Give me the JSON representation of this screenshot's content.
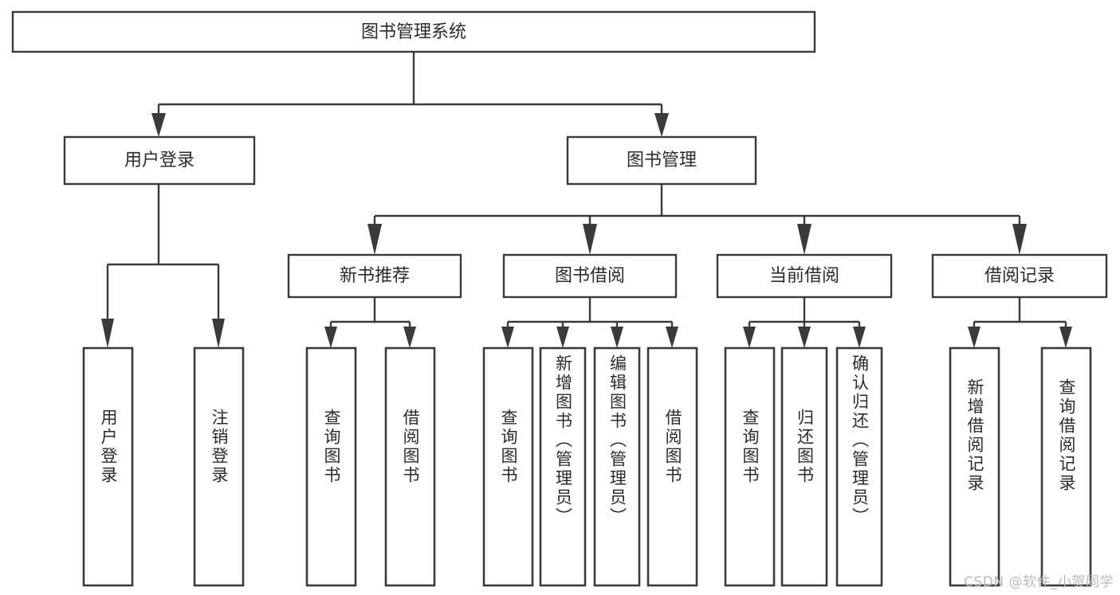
{
  "diagram": {
    "type": "tree-hierarchy",
    "title": "图书管理系统",
    "watermark": "CSDN @软件_小贺同学",
    "colors": {
      "background": "#ffffff",
      "stroke": "#3a3a3a",
      "text": "#2b2b2b",
      "watermark": "#b9b9b9"
    },
    "levels": [
      {
        "level": 1,
        "nodes": [
          {
            "id": "root",
            "label": "图书管理系统",
            "orientation": "horizontal"
          }
        ]
      },
      {
        "level": 2,
        "nodes": [
          {
            "id": "user-login",
            "label": "用户登录",
            "orientation": "horizontal",
            "parent": "root"
          },
          {
            "id": "book-manage",
            "label": "图书管理",
            "orientation": "horizontal",
            "parent": "root"
          }
        ]
      },
      {
        "level": 3,
        "nodes": [
          {
            "id": "new-book-rec",
            "label": "新书推荐",
            "orientation": "horizontal",
            "parent": "book-manage"
          },
          {
            "id": "book-borrow",
            "label": "图书借阅",
            "orientation": "horizontal",
            "parent": "book-manage"
          },
          {
            "id": "current-borrow",
            "label": "当前借阅",
            "orientation": "horizontal",
            "parent": "book-manage"
          },
          {
            "id": "borrow-record",
            "label": "借阅记录",
            "orientation": "horizontal",
            "parent": "book-manage"
          }
        ]
      },
      {
        "level": 4,
        "nodes": [
          {
            "id": "leaf-user-login",
            "label": "用户登录",
            "orientation": "vertical",
            "parent": "user-login"
          },
          {
            "id": "leaf-logout",
            "label": "注销登录",
            "orientation": "vertical",
            "parent": "user-login"
          },
          {
            "id": "leaf-query-book-1",
            "label": "查询图书",
            "orientation": "vertical",
            "parent": "new-book-rec"
          },
          {
            "id": "leaf-borrow-book-1",
            "label": "借阅图书",
            "orientation": "vertical",
            "parent": "new-book-rec"
          },
          {
            "id": "leaf-query-book-2",
            "label": "查询图书",
            "orientation": "vertical",
            "parent": "book-borrow"
          },
          {
            "id": "leaf-add-book",
            "label": "新增图书（管理员）",
            "orientation": "vertical",
            "parent": "book-borrow"
          },
          {
            "id": "leaf-edit-book",
            "label": "编辑图书（管理员）",
            "orientation": "vertical",
            "parent": "book-borrow"
          },
          {
            "id": "leaf-borrow-book-2",
            "label": "借阅图书",
            "orientation": "vertical",
            "parent": "book-borrow"
          },
          {
            "id": "leaf-query-book-3",
            "label": "查询图书",
            "orientation": "vertical",
            "parent": "current-borrow"
          },
          {
            "id": "leaf-return-book",
            "label": "归还图书",
            "orientation": "vertical",
            "parent": "current-borrow"
          },
          {
            "id": "leaf-confirm-return",
            "label": "确认归还（管理员）",
            "orientation": "vertical",
            "parent": "current-borrow"
          },
          {
            "id": "leaf-add-record",
            "label": "新增借阅记录",
            "orientation": "vertical",
            "parent": "borrow-record"
          },
          {
            "id": "leaf-query-record",
            "label": "查询借阅记录",
            "orientation": "vertical",
            "parent": "borrow-record"
          }
        ]
      }
    ]
  }
}
